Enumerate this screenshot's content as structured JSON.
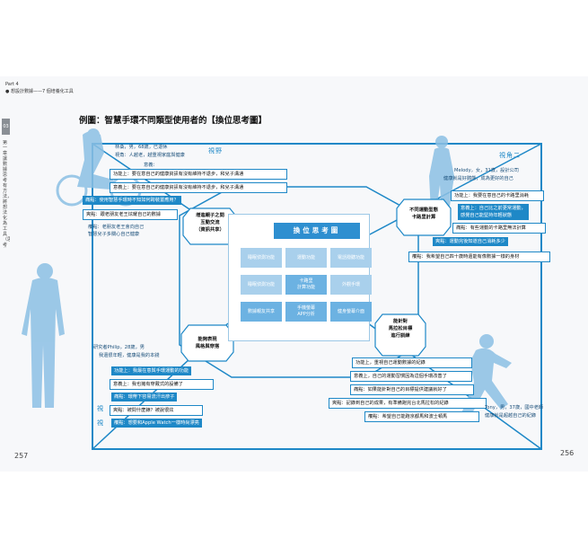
{
  "header": {
    "part": "Part 4",
    "subtitle": "● 想設計數據——7 個培養化工具"
  },
  "sidebar": {
    "tab": "03",
    "text": "第一章　讓數據思考有方法，將想法化為工具（思考的基本架構）｜大數據分析",
    "bottom": "3"
  },
  "title": "例圖：智慧手環不同類型使用者的【換位思考圖】",
  "viewpoints": {
    "v1": "視野",
    "v2": "視角二",
    "v3": "視",
    "v4": "視"
  },
  "persona1": {
    "header": [
      "林桑，男，68歲，已退休",
      "視角：人越老，越重視家庭與健康"
    ],
    "extra": "意義：",
    "items": [
      "功能上：要在意自己的健康資訊有沒有維持不退步，和兒子溝通",
      "意義上：要在意自己的健康資訊有沒有維持不退步，和兒子溝通",
      "痛點：使用智慧手環時不知如何跨裝置應用？",
      "爽點：跟老朋友老王炫耀自己的數據",
      "癢點：老朋友老王會向自己",
      "智慧兒子多關心自己健康"
    ]
  },
  "persona2": {
    "header": [
      "Melody，女，31歲，設計公司",
      "健康就是好體態，成為更好的自己"
    ],
    "items": [
      "功能上：我要在意自己的卡路里消耗",
      "意義上：自己比之前更常運動，\n感覺自己能堅持年輕狀態",
      "痛點：有些運動的卡路里無法計算",
      "爽點：運動完後知道自己消耗多少",
      "癢點：我希望自己四十歲時還能有像數據一樣的身材"
    ]
  },
  "persona3": {
    "header": [
      "研究者Philip，28歲，男",
      "我還很年輕，健康是我的本錢"
    ],
    "items": [
      "功能上：我最在意與手環運動的功能",
      "意義上：我也擁有穿戴式的設備了",
      "痛點：環帶下容易流汗出疹子",
      "爽點：被問什麼錶？被說很炫",
      "癢點：想要和Apple Watch一樣時尚漂亮"
    ]
  },
  "persona4": {
    "header": [
      "Tony，男，37歲，國中老師",
      "健康就是超越自己的紀錄"
    ],
    "items": [
      "功能上，重視自己運動數據的紀錄",
      "意義上，自己的運動習慣因為這個手環改善了",
      "痛點：如果能針對自己的目標提供建議就好了",
      "爽點：記錄到自己的成果，有準備跑完台北馬拉松的紀錄",
      "癢點：希望自己能跑京都馬和波士頓馬"
    ]
  },
  "hexes": {
    "tl": "增進親子之間\n互動交流\n（資訊共享）",
    "tr": "不同運動型態\n卡路里計算",
    "bl": "能夠表現\n風格與穿搭",
    "br": "能針對\n馬拉松目標\n進行訓練"
  },
  "center": {
    "title": "換位思考圖",
    "cells": [
      "睡眠偵測功能",
      "運動功能",
      "電話撥聽功能",
      "睡眠偵測功能",
      "卡路里\n計算功能",
      "外觀手環",
      "數據親友共享",
      "手機螢幕\nAPP分析",
      "健身螢幕介面"
    ]
  },
  "pages": {
    "left": "257",
    "right": "256"
  }
}
